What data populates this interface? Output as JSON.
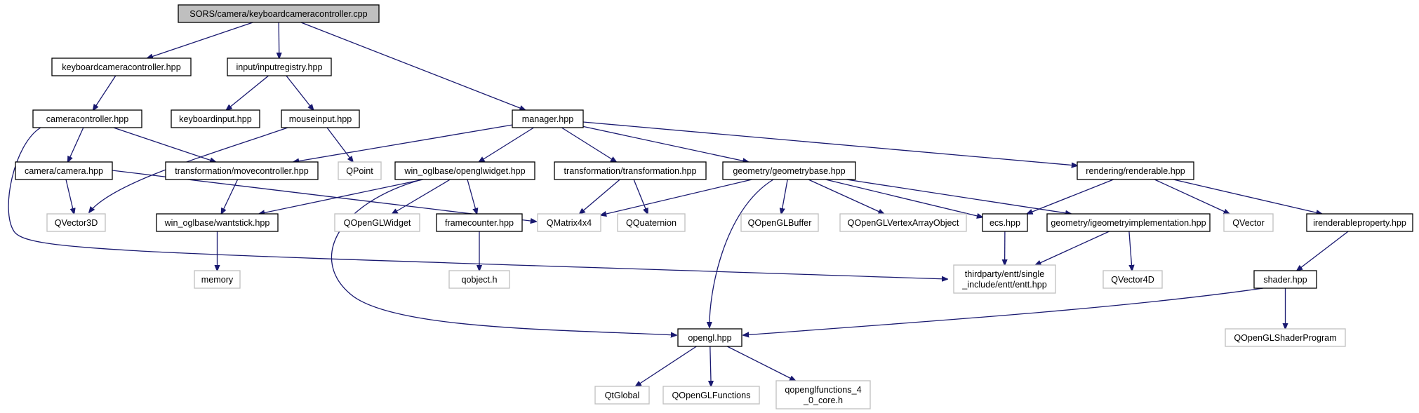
{
  "graph": {
    "root_file": "SORS/camera/keyboardcameracontroller.cpp",
    "colors": {
      "edge": "#191970",
      "root_fill": "#bfbfbf",
      "external_border": "#bfbfbf",
      "file_border": "#000000"
    },
    "nodes": [
      {
        "id": "root",
        "label": "SORS/camera/keyboardcameracontroller.cpp",
        "kind": "root"
      },
      {
        "id": "kcc",
        "label": "keyboardcameracontroller.hpp",
        "kind": "file"
      },
      {
        "id": "inputreg",
        "label": "input/inputregistry.hpp",
        "kind": "file"
      },
      {
        "id": "manager",
        "label": "manager.hpp",
        "kind": "file"
      },
      {
        "id": "camctrl",
        "label": "cameracontroller.hpp",
        "kind": "file"
      },
      {
        "id": "kbinput",
        "label": "keyboardinput.hpp",
        "kind": "file"
      },
      {
        "id": "mouseinput",
        "label": "mouseinput.hpp",
        "kind": "file"
      },
      {
        "id": "camera",
        "label": "camera/camera.hpp",
        "kind": "file"
      },
      {
        "id": "movectrl",
        "label": "transformation/movecontroller.hpp",
        "kind": "file"
      },
      {
        "id": "qpoint",
        "label": "QPoint",
        "kind": "external"
      },
      {
        "id": "openglwidget",
        "label": "win_oglbase/openglwidget.hpp",
        "kind": "file"
      },
      {
        "id": "transformation",
        "label": "transformation/transformation.hpp",
        "kind": "file"
      },
      {
        "id": "geombase",
        "label": "geometry/geometrybase.hpp",
        "kind": "file"
      },
      {
        "id": "renderable",
        "label": "rendering/renderable.hpp",
        "kind": "file"
      },
      {
        "id": "qvector3d",
        "label": "QVector3D",
        "kind": "external"
      },
      {
        "id": "wantstick",
        "label": "win_oglbase/wantstick.hpp",
        "kind": "file"
      },
      {
        "id": "qopenglwidget",
        "label": "QOpenGLWidget",
        "kind": "external"
      },
      {
        "id": "framecounter",
        "label": "framecounter.hpp",
        "kind": "file"
      },
      {
        "id": "qmatrix",
        "label": "QMatrix4x4",
        "kind": "external"
      },
      {
        "id": "qquat",
        "label": "QQuaternion",
        "kind": "external"
      },
      {
        "id": "qglbuffer",
        "label": "QOpenGLBuffer",
        "kind": "external"
      },
      {
        "id": "qglvao",
        "label": "QOpenGLVertexArrayObject",
        "kind": "external"
      },
      {
        "id": "ecs",
        "label": "ecs.hpp",
        "kind": "file"
      },
      {
        "id": "igeomimpl",
        "label": "geometry/igeometryimplementation.hpp",
        "kind": "file"
      },
      {
        "id": "qvector",
        "label": "QVector",
        "kind": "external"
      },
      {
        "id": "irenderprop",
        "label": "irenderableproperty.hpp",
        "kind": "file"
      },
      {
        "id": "memory",
        "label": "memory",
        "kind": "external"
      },
      {
        "id": "qobject",
        "label": "qobject.h",
        "kind": "external"
      },
      {
        "id": "entt",
        "label_lines": [
          "thirdparty/entt/single",
          "_include/entt/entt.hpp"
        ],
        "kind": "external"
      },
      {
        "id": "qvector4d",
        "label": "QVector4D",
        "kind": "external"
      },
      {
        "id": "shader",
        "label": "shader.hpp",
        "kind": "file"
      },
      {
        "id": "opengl",
        "label": "opengl.hpp",
        "kind": "file"
      },
      {
        "id": "qshaderprog",
        "label": "QOpenGLShaderProgram",
        "kind": "external"
      },
      {
        "id": "qtglobal",
        "label": "QtGlobal",
        "kind": "external"
      },
      {
        "id": "qglfunctions",
        "label": "QOpenGLFunctions",
        "kind": "external"
      },
      {
        "id": "qglfunc40",
        "label_lines": [
          "qopenglfunctions_4",
          "_0_core.h"
        ],
        "kind": "external"
      }
    ],
    "edges": [
      [
        "root",
        "kcc"
      ],
      [
        "root",
        "inputreg"
      ],
      [
        "root",
        "manager"
      ],
      [
        "kcc",
        "camctrl"
      ],
      [
        "inputreg",
        "kbinput"
      ],
      [
        "inputreg",
        "mouseinput"
      ],
      [
        "camctrl",
        "camera"
      ],
      [
        "camctrl",
        "movectrl"
      ],
      [
        "camctrl",
        "entt"
      ],
      [
        "mouseinput",
        "qpoint"
      ],
      [
        "mouseinput",
        "qvector3d"
      ],
      [
        "manager",
        "movectrl"
      ],
      [
        "manager",
        "openglwidget"
      ],
      [
        "manager",
        "transformation"
      ],
      [
        "manager",
        "geombase"
      ],
      [
        "manager",
        "renderable"
      ],
      [
        "camera",
        "qvector3d"
      ],
      [
        "camera",
        "qmatrix"
      ],
      [
        "movectrl",
        "wantstick"
      ],
      [
        "openglwidget",
        "wantstick"
      ],
      [
        "openglwidget",
        "qopenglwidget"
      ],
      [
        "openglwidget",
        "framecounter"
      ],
      [
        "openglwidget",
        "opengl"
      ],
      [
        "transformation",
        "qmatrix"
      ],
      [
        "transformation",
        "qquat"
      ],
      [
        "geombase",
        "qmatrix"
      ],
      [
        "geombase",
        "qglbuffer"
      ],
      [
        "geombase",
        "qglvao"
      ],
      [
        "geombase",
        "ecs"
      ],
      [
        "geombase",
        "igeomimpl"
      ],
      [
        "geombase",
        "opengl"
      ],
      [
        "renderable",
        "ecs"
      ],
      [
        "renderable",
        "qvector"
      ],
      [
        "renderable",
        "irenderprop"
      ],
      [
        "wantstick",
        "memory"
      ],
      [
        "framecounter",
        "qobject"
      ],
      [
        "ecs",
        "entt"
      ],
      [
        "igeomimpl",
        "entt"
      ],
      [
        "igeomimpl",
        "qvector4d"
      ],
      [
        "irenderprop",
        "shader"
      ],
      [
        "shader",
        "opengl"
      ],
      [
        "shader",
        "qshaderprog"
      ],
      [
        "opengl",
        "qtglobal"
      ],
      [
        "opengl",
        "qglfunctions"
      ],
      [
        "opengl",
        "qglfunc40"
      ]
    ]
  }
}
